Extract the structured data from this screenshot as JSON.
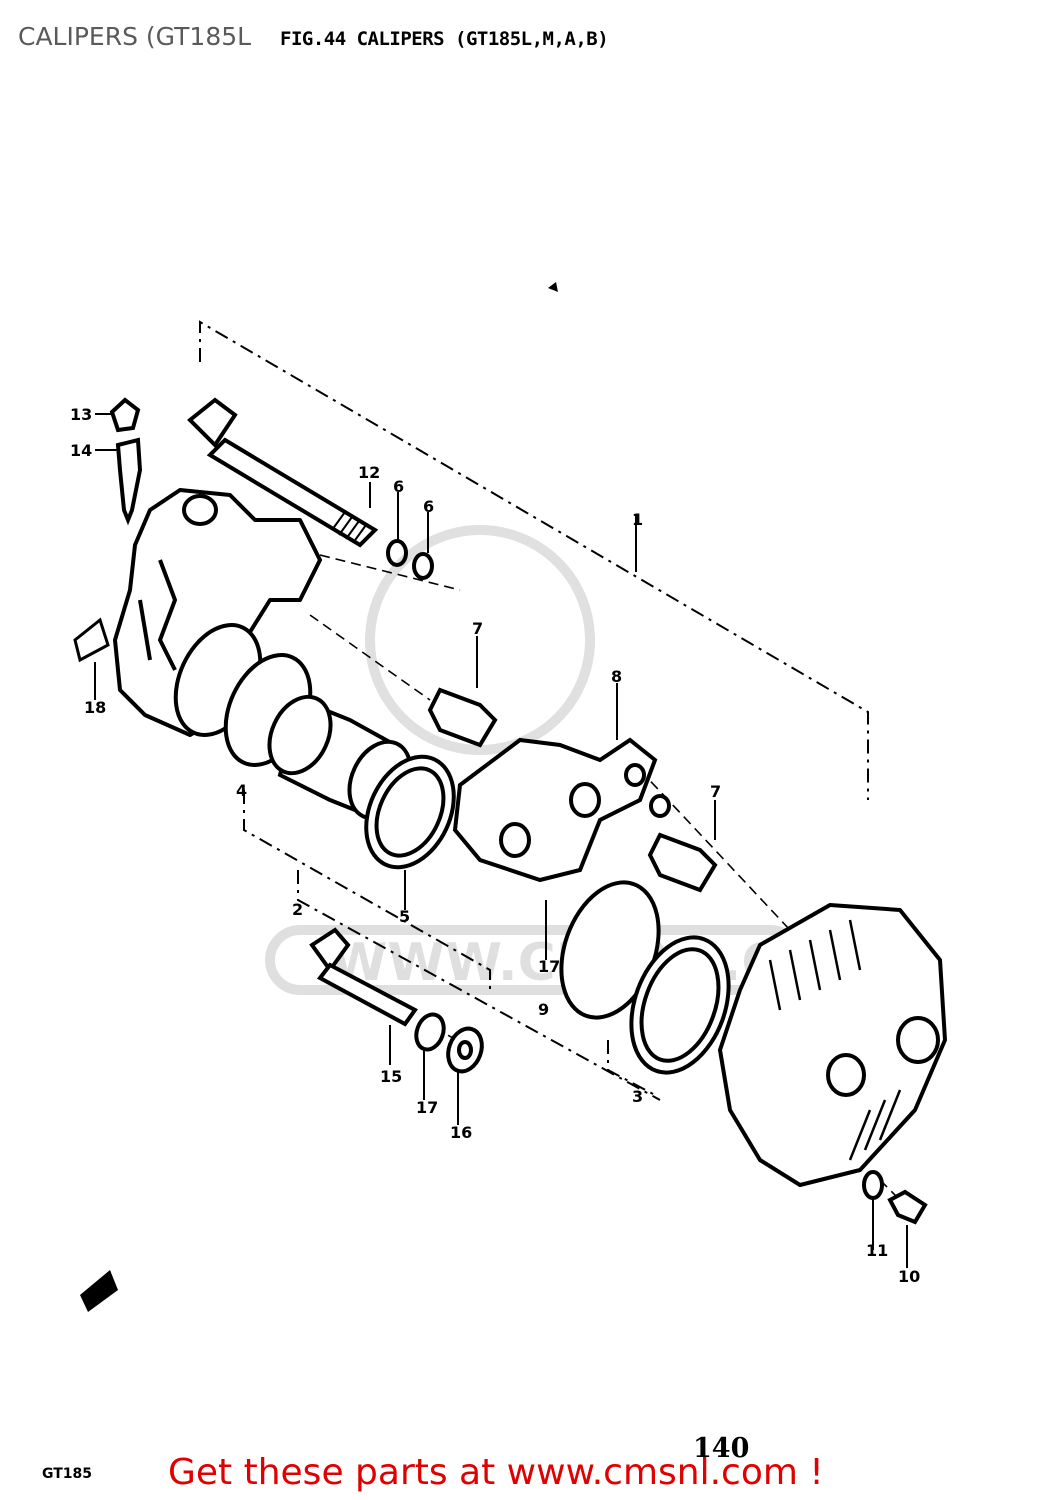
{
  "header": {
    "page_title": "CALIPERS (GT185L",
    "figure_title": "FIG.44  CALIPERS (GT185L,M,A,B)"
  },
  "callouts": [
    "1",
    "2",
    "3",
    "4",
    "5",
    "6",
    "6",
    "7",
    "7",
    "8",
    "9",
    "10",
    "11",
    "12",
    "13",
    "14",
    "15",
    "16",
    "17",
    "17",
    "18"
  ],
  "footer": {
    "page_number": "140",
    "model_label": "GT185",
    "link_text": "Get these parts at www.cmsnl.com !",
    "link_color": "#e00000"
  },
  "watermark": {
    "text": "WWW.CMSNL.COM"
  }
}
